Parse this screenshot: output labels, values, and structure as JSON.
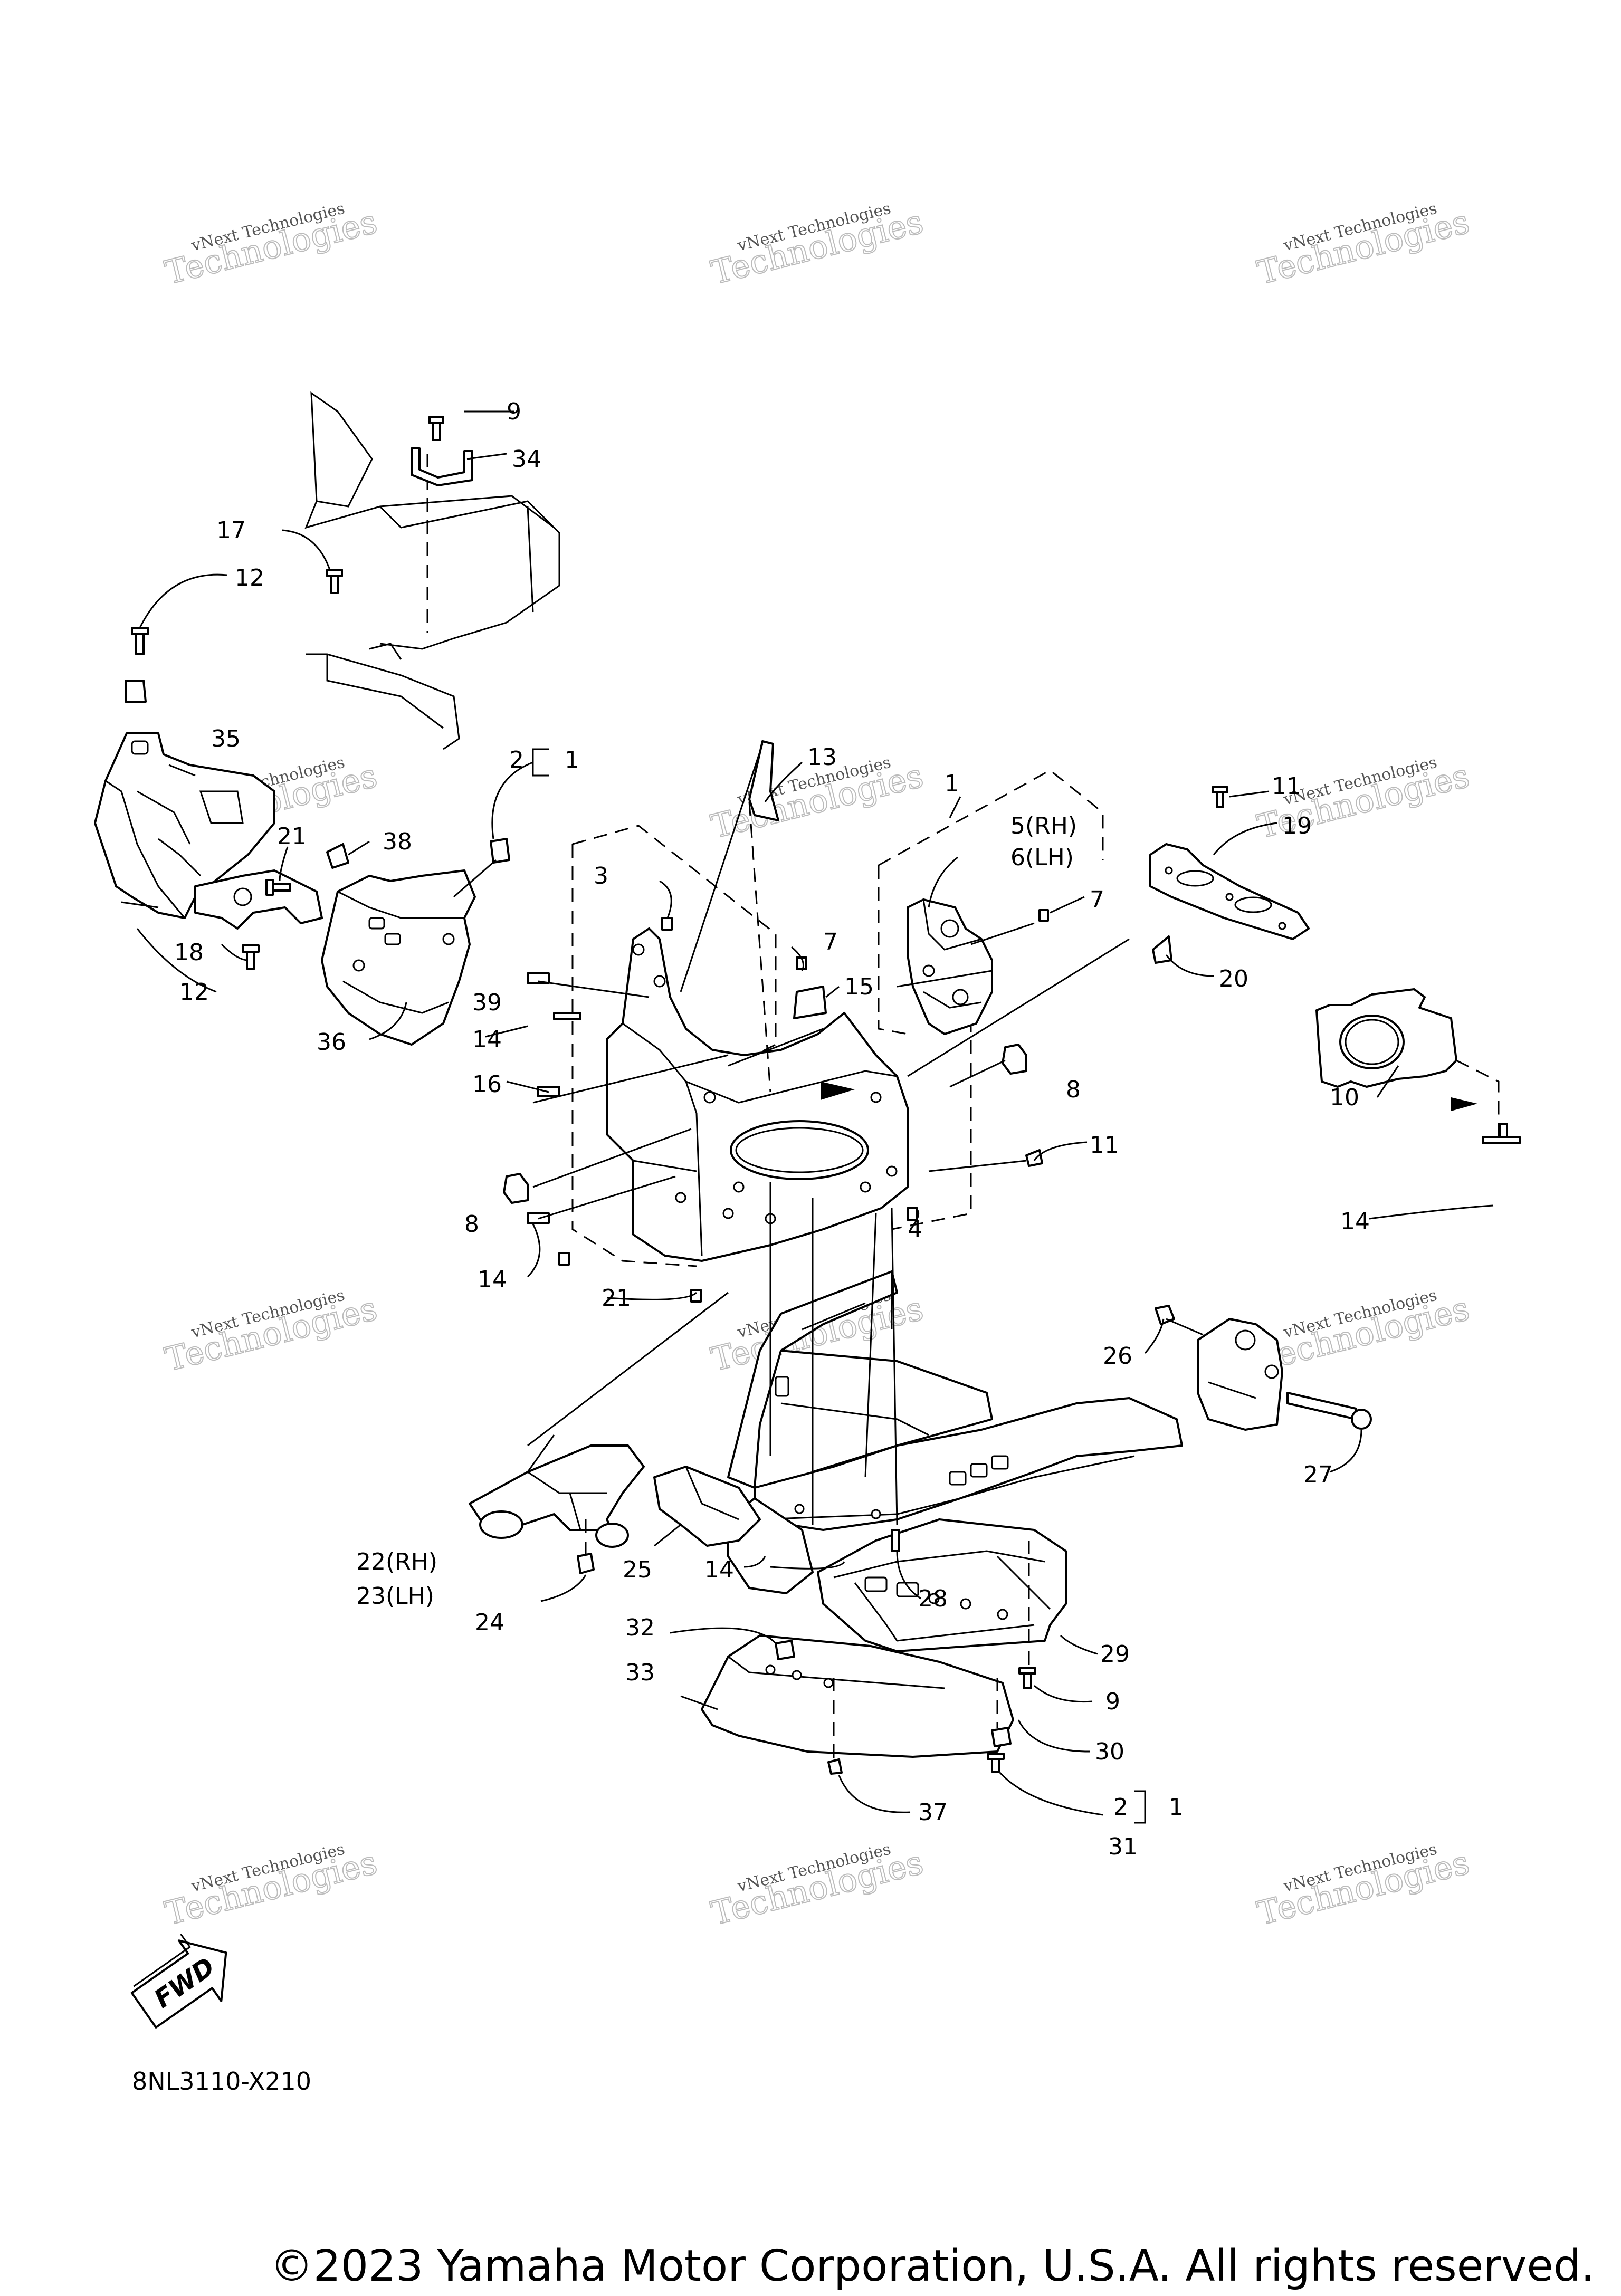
{
  "callouts": {
    "c1a": "1",
    "c1b": "1",
    "c1c": "1",
    "c2a": "2",
    "c2b": "2",
    "c3": "3",
    "c4": "4",
    "c5": "5(RH)",
    "c6": "6(LH)",
    "c7a": "7",
    "c7b": "7",
    "c8a": "8",
    "c8b": "8",
    "c9a": "9",
    "c9b": "9",
    "c10": "10",
    "c11a": "11",
    "c11b": "11",
    "c12a": "12",
    "c12b": "12",
    "c13": "13",
    "c14a": "14",
    "c14b": "14",
    "c14c": "14",
    "c14d": "14",
    "c15": "15",
    "c16": "16",
    "c17": "17",
    "c18": "18",
    "c19": "19",
    "c20": "20",
    "c21a": "21",
    "c21b": "21",
    "c22": "22(RH)",
    "c23": "23(LH)",
    "c24": "24",
    "c25": "25",
    "c26": "26",
    "c27": "27",
    "c28": "28",
    "c29": "29",
    "c30": "30",
    "c31": "31",
    "c32": "32",
    "c33": "33",
    "c34": "34",
    "c35": "35",
    "c36": "36",
    "c37": "37",
    "c38": "38",
    "c39": "39"
  },
  "fwd_label": "FWD",
  "figure_code": "8NL3110-X210",
  "copyright": "©2023 Yamaha Motor Corporation, U.S.A. All rights reserved.",
  "watermark": {
    "line1": "vNext Technologies",
    "big": "Technologies",
    "small": "vNext"
  }
}
